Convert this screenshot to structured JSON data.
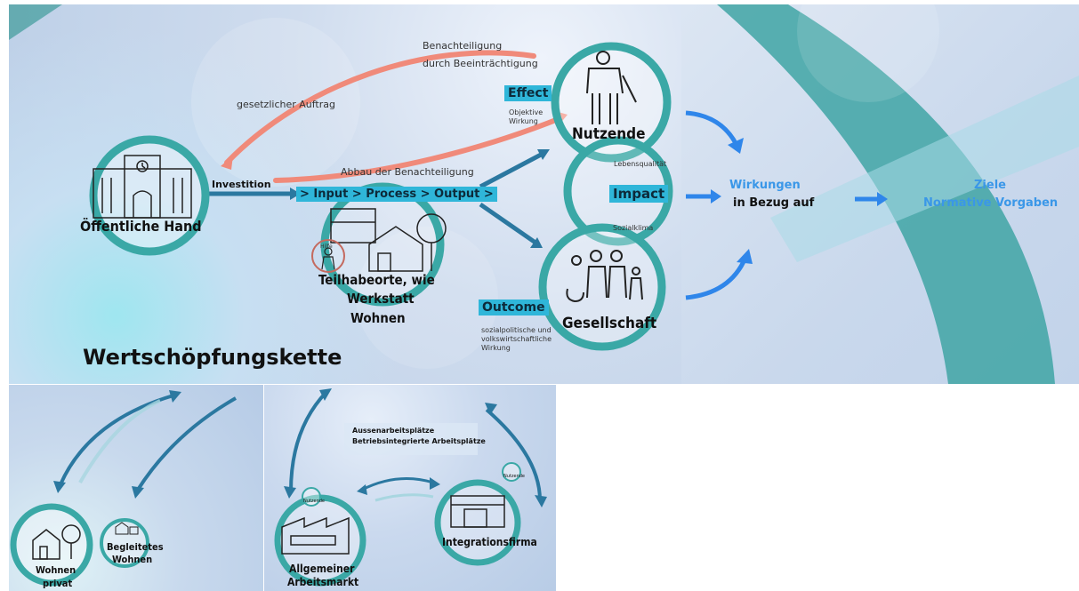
{
  "main": {
    "label_benachteiligung_1": "Benachteiligung",
    "label_benachteiligung_2": "durch Beeinträchtigung",
    "label_gesetzlich": "gesetzlicher Auftrag",
    "label_abbau": "Abbau der Benachteiligung",
    "label_investition": "Investition",
    "label_public": "Öffentliche Hand",
    "label_ipo": "> Input > Process > Output >",
    "label_teilhabe_1": "Teilhabeorte, wie",
    "label_teilhabe_2": "Werkstatt",
    "label_teilhabe_3": "Wohnen",
    "label_hilfe": "Hilfe",
    "label_effect": "Effect",
    "label_effect_sub": "Objektive Wirkung",
    "label_nutzende": "Nutzende",
    "label_lebensqualitaet": "Lebensqualität",
    "label_impact": "Impact",
    "label_sozialklima": "Sozialklima",
    "label_outcome": "Outcome",
    "label_outcome_sub": "sozialpolitische und volkswirtschaftliche Wirkung",
    "label_gesellschaft": "Gesellschaft",
    "title": "Wertschöpfungskette"
  },
  "right": {
    "wirkungen": "Wirkungen",
    "bezug": "in Bezug auf",
    "ziele": "Ziele",
    "normative": "Normative Vorgaben"
  },
  "bottom_left": {
    "wohnen_privat_1": "Wohnen",
    "wohnen_privat_2": "privat",
    "begleitet_1": "Begleitetes",
    "begleitet_2": "Wohnen"
  },
  "bottom_mid": {
    "aussen": "Aussenarbeitsplätze",
    "betrieb": "Betriebsintegrierte Arbeitsplätze",
    "nutzende_small": "Nutzende",
    "integrationsfirma": "Integrationsfirma",
    "allgemeiner_1": "Allgemeiner",
    "allgemeiner_2": "Arbeitsmarkt"
  },
  "colors": {
    "teal": "#3aa8a6",
    "arrow_blue": "#2b78a0",
    "salmon": "#f08a7a",
    "tag_blue": "#2fb6d9",
    "light_blue_text": "#3a97e8"
  }
}
